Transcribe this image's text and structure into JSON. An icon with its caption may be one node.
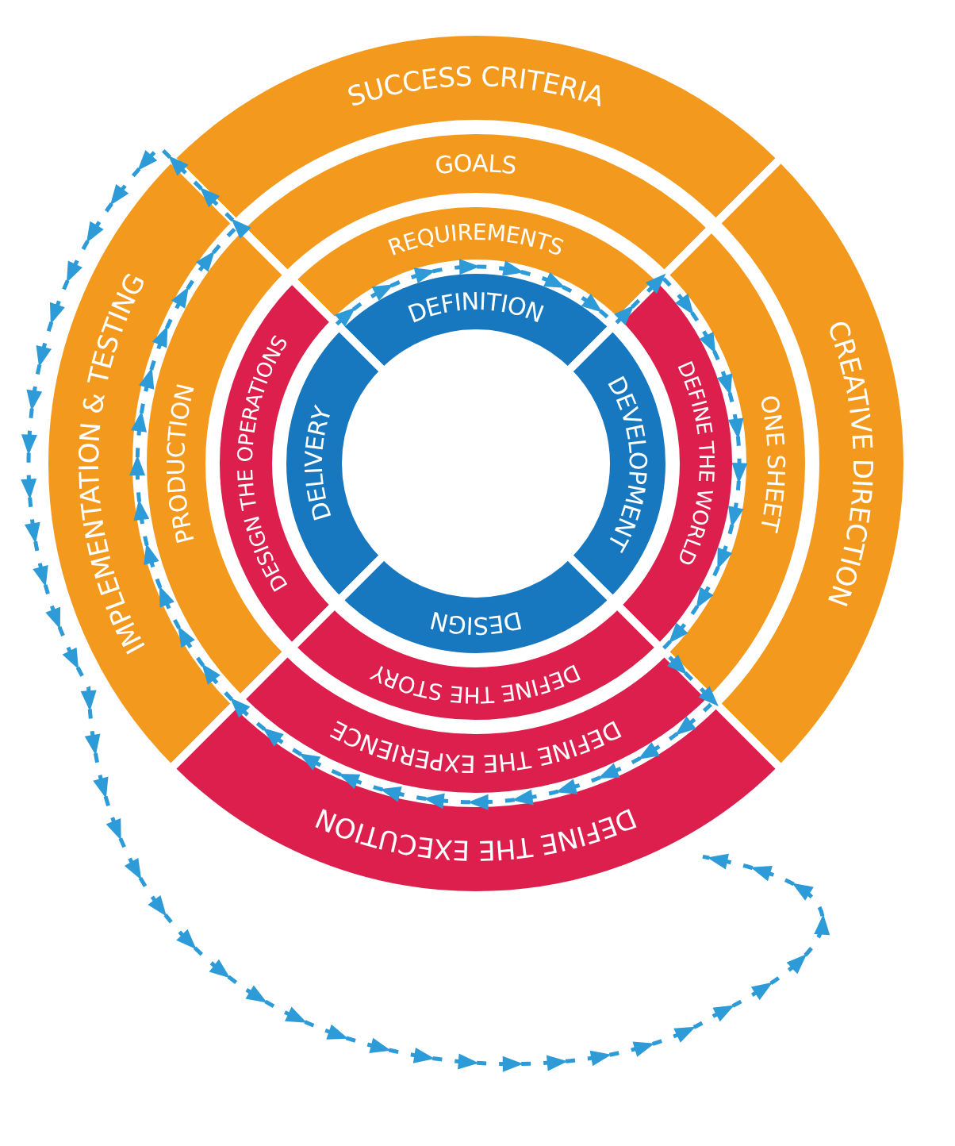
{
  "diagram": {
    "nodes": [
      {
        "text": [
          "SUCCESS CRITERIA"
        ]
      },
      {
        "text": [
          "GOALS"
        ]
      },
      {
        "text": [
          "REQUIREMENTS"
        ]
      },
      {
        "text": [
          "DEFINITION"
        ]
      },
      {
        "text": [
          "IMPLEMENTATION & TESTING"
        ]
      },
      {
        "text": [
          "PRODUCTION"
        ]
      },
      {
        "text": [
          "DESIGN THE OPERATIONS"
        ]
      },
      {
        "text": [
          "DELIVERY"
        ]
      },
      {
        "text": [
          "DEVELOPMENT"
        ]
      },
      {
        "text": [
          "DEFINE THE WORLD"
        ]
      },
      {
        "text": [
          "ONE SHEET"
        ]
      },
      {
        "text": [
          "CREATIVE DIRECTION"
        ]
      },
      {
        "text": [
          "DESIGN"
        ]
      },
      {
        "text": [
          "DEFINE THE STORY"
        ]
      },
      {
        "text": [
          "DEFINE THE EXPERIENCE"
        ]
      },
      {
        "text": [
          "DEFINE THE EXECUTION"
        ]
      }
    ]
  }
}
